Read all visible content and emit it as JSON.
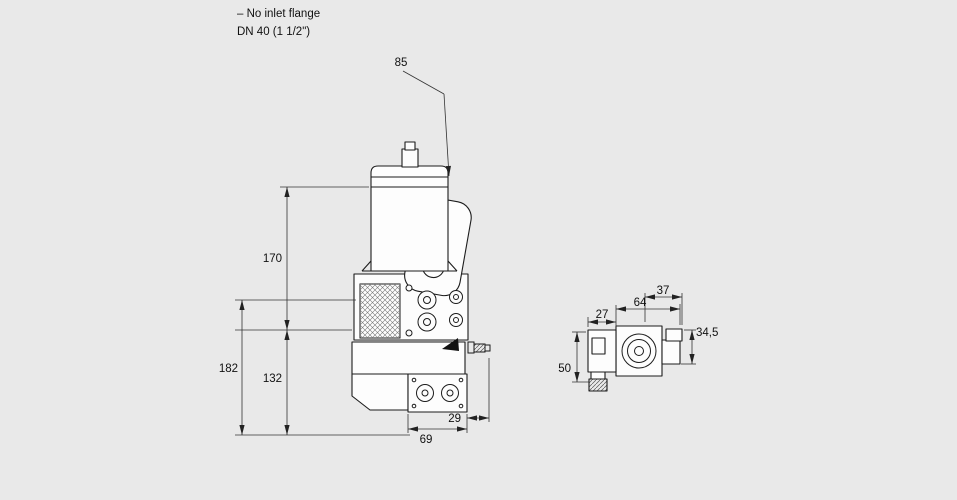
{
  "page": {
    "background": "#e9e9e9"
  },
  "header": {
    "note": "– No inlet flange",
    "size": "DN 40 (1 1/2\")"
  },
  "main_dims": {
    "width_top": "85",
    "height_upper": "170",
    "height_total": "182",
    "height_lower": "132",
    "flange_width": "69",
    "nipple_offset": "29"
  },
  "side_dims": {
    "coil_width": "27",
    "overall_width": "64",
    "body_width": "37",
    "height_offset": "34,5",
    "coil_height": "50"
  }
}
